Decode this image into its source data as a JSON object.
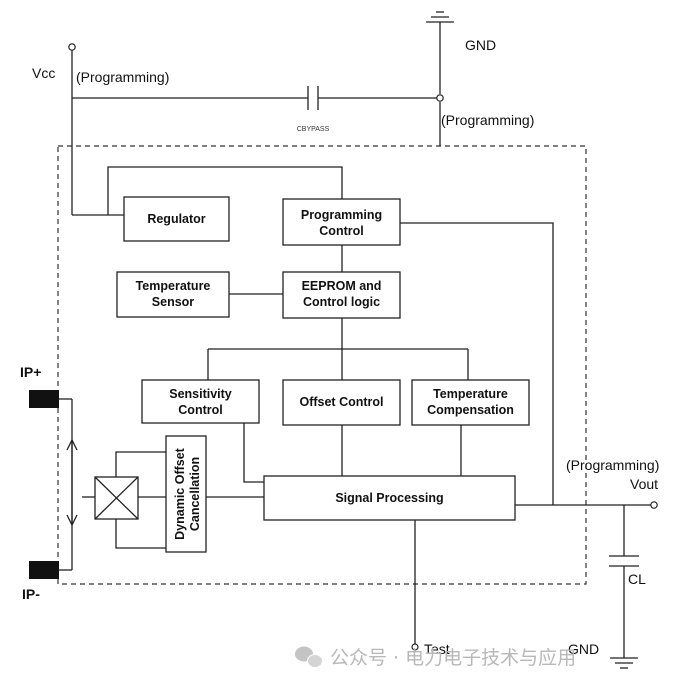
{
  "labels": {
    "vcc": "Vcc",
    "programming_vcc": "(Programming)",
    "gnd_top": "GND",
    "programming_right": "(Programming)",
    "cbypass": "CBYPASS",
    "ip_plus": "IP+",
    "ip_minus": "IP-",
    "programming_vout": "(Programming)",
    "vout": "Vout",
    "cl": "CL",
    "test": "Test",
    "gnd_bottom": "GND"
  },
  "blocks": {
    "regulator": [
      "Regulator"
    ],
    "programming_control": [
      "Programming",
      "Control"
    ],
    "temperature_sensor": [
      "Temperature",
      "Sensor"
    ],
    "eeprom": [
      "EEPROM and",
      "Control logic"
    ],
    "sensitivity_control": [
      "Sensitivity",
      "Control"
    ],
    "offset_control": [
      "Offset Control"
    ],
    "temperature_compensation": [
      "Temperature",
      "Compensation"
    ],
    "signal_processing": [
      "Signal Processing"
    ],
    "dynamic_offset": [
      "Dynamic Offset",
      "Cancellation"
    ]
  },
  "watermark": {
    "text": "公众号 · 电力电子技术与应用"
  }
}
